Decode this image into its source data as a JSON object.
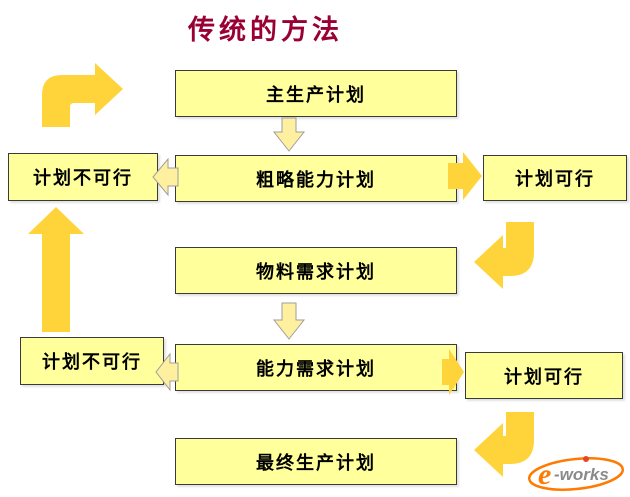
{
  "title": "传统的方法",
  "flow": {
    "main_boxes": [
      {
        "label": "主生产计划"
      },
      {
        "label": "粗略能力计划"
      },
      {
        "label": "物料需求计划"
      },
      {
        "label": "能力需求计划"
      },
      {
        "label": "最终生产计划"
      }
    ],
    "left_boxes": [
      {
        "label": "计划不可行"
      },
      {
        "label": "计划不可行"
      }
    ],
    "right_boxes": [
      {
        "label": "计划可行"
      },
      {
        "label": "计划可行"
      }
    ]
  },
  "logo": {
    "e": "e",
    "rest": "-works"
  },
  "colors": {
    "title": "#990033",
    "box_fill": "#FFFF9C",
    "box_border": "#3A3A3A",
    "arrow_gold": "#FFD43B",
    "arrow_pale": "#FFF0A0",
    "arrow_pale_border": "#9E9E9E",
    "logo_orange": "#FF7A00",
    "logo_red": "#E8442A",
    "logo_gray": "#8A8A8A",
    "background": "#FFFFFF"
  }
}
